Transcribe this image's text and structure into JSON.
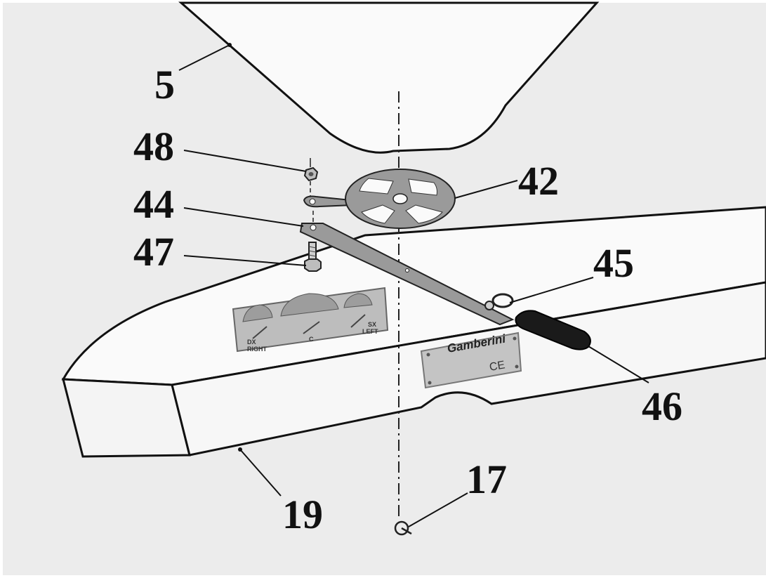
{
  "colors": {
    "background": "#ffffff",
    "canvas": "#ececec",
    "body": "#fafafa",
    "outline": "#111111",
    "plate": "#b9b9b9",
    "metal": "#9a9a9a",
    "handle": "#1a1a1a"
  },
  "callouts": [
    {
      "id": "c5",
      "label": "5"
    },
    {
      "id": "c48",
      "label": "48"
    },
    {
      "id": "c42",
      "label": "42"
    },
    {
      "id": "c44",
      "label": "44"
    },
    {
      "id": "c47",
      "label": "47"
    },
    {
      "id": "c45",
      "label": "45"
    },
    {
      "id": "c46",
      "label": "46"
    },
    {
      "id": "c19",
      "label": "19"
    },
    {
      "id": "c17",
      "label": "17"
    }
  ],
  "indicator_plate": {
    "left_code": "DX",
    "left_word": "RIGHT",
    "center": "C",
    "right_code": "SX",
    "right_word": "LEFT"
  },
  "nameplate": {
    "brand": "Gamberini",
    "mark": "CE"
  }
}
